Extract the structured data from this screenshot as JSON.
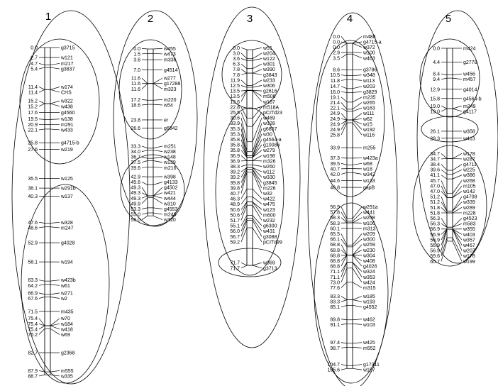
{
  "chromosomes": [
    {
      "id": "1",
      "markers": [
        [
          "0.0",
          "g3715"
        ],
        [
          "2.7",
          "w121"
        ],
        [
          "4.7",
          "m217"
        ],
        [
          "5.4",
          "g3837"
        ],
        [
          "11.4",
          "w174"
        ],
        [
          "11.4",
          "CHS"
        ],
        [
          "15.2",
          "w322"
        ],
        [
          "15.2",
          "w438"
        ],
        [
          "17.6",
          "g4560"
        ],
        [
          "19.5",
          "w138"
        ],
        [
          "20.9",
          "m291"
        ],
        [
          "22.1",
          "w433"
        ],
        [
          "25.8",
          "g4715-b"
        ],
        [
          "27.6",
          "w219"
        ],
        [
          "35.5",
          "w125"
        ],
        [
          "38.1",
          "w291b"
        ],
        [
          "40.3",
          "w137"
        ],
        [
          "47.6",
          "w328"
        ],
        [
          "48.6",
          "m247"
        ],
        [
          "52.9",
          "g4028"
        ],
        [
          "58.1",
          "w194"
        ],
        [
          "63.3",
          "w423b"
        ],
        [
          "64.2",
          "w61"
        ],
        [
          "66.9",
          "w271"
        ],
        [
          "67.6",
          "w2"
        ],
        [
          "71.5",
          "m435"
        ],
        [
          "75.4",
          "w70"
        ],
        [
          "75.4",
          "w184"
        ],
        [
          "75.4",
          "w418"
        ],
        [
          "76.2",
          "w69"
        ],
        [
          "82.7",
          "g2368"
        ],
        [
          "87.9",
          "m555"
        ],
        [
          "88.7",
          "w335"
        ]
      ]
    },
    {
      "id": "2",
      "markers": [
        [
          "0.0",
          "w455"
        ],
        [
          "1.5",
          "w473"
        ],
        [
          "3.6",
          "m336"
        ],
        [
          "7.0",
          "g4514"
        ],
        [
          "11.6",
          "w277"
        ],
        [
          "11.6",
          "g17288"
        ],
        [
          "11.6",
          "m323"
        ],
        [
          "17.2",
          "m220"
        ],
        [
          "18.6",
          "w54"
        ],
        [
          "23.8",
          "er"
        ],
        [
          "26.6",
          "g6842"
        ],
        [
          "33.3",
          "m251"
        ],
        [
          "34.0",
          "w238"
        ],
        [
          "36.7",
          "w148"
        ],
        [
          "37.5",
          "w139"
        ],
        [
          "39.6",
          "m216"
        ],
        [
          "42.9",
          "w398"
        ],
        [
          "45.6",
          "g4133"
        ],
        [
          "49.3",
          "g4502"
        ],
        [
          "49.3",
          "w421"
        ],
        [
          "49.3",
          "w444"
        ],
        [
          "49.9",
          "w310"
        ],
        [
          "53.3",
          "g4553"
        ],
        [
          "55.0",
          "m246"
        ],
        [
          "56.0",
          "w320"
        ]
      ]
    },
    {
      "id": "3",
      "markers": [
        [
          "0.0",
          "w51"
        ],
        [
          "3.0",
          "w204"
        ],
        [
          "3.6",
          "w122"
        ],
        [
          "6.3",
          "w301"
        ],
        [
          "7.8",
          "w390"
        ],
        [
          "7.8",
          "g3843"
        ],
        [
          "11.9",
          "w233"
        ],
        [
          "12.5",
          "w306"
        ],
        [
          "13.5",
          "g2616"
        ],
        [
          "13.5",
          "m506"
        ],
        [
          "13.6",
          "w167"
        ],
        [
          "22.8",
          "m518A"
        ],
        [
          "25.5",
          "pCITd23"
        ],
        [
          "30.6",
          "w469"
        ],
        [
          "33.9",
          "w128"
        ],
        [
          "35.3",
          "g6857"
        ],
        [
          "35.3",
          "w30"
        ],
        [
          "35.8",
          "g4564-a"
        ],
        [
          "35.8",
          "g10086"
        ],
        [
          "35.8",
          "w279"
        ],
        [
          "36.9",
          "w198"
        ],
        [
          "36.9",
          "m326"
        ],
        [
          "38.3",
          "w260"
        ],
        [
          "39.2",
          "w112"
        ],
        [
          "39.2",
          "w330"
        ],
        [
          "39.8",
          "g3845"
        ],
        [
          "39.8",
          "m226"
        ],
        [
          "40.7",
          "w32"
        ],
        [
          "46.3",
          "w422"
        ],
        [
          "48.9",
          "w475"
        ],
        [
          "50.6",
          "w123"
        ],
        [
          "50.6",
          "m600"
        ],
        [
          "51.7",
          "w232"
        ],
        [
          "55.1",
          "g6300"
        ],
        [
          "56.0",
          "w431"
        ],
        [
          "56.7",
          "g3088"
        ],
        [
          "59.2",
          "pCITd99"
        ],
        [
          "71.7",
          "w369"
        ],
        [
          "71.7",
          "g3713"
        ]
      ]
    },
    {
      "id": "4",
      "markers": [
        [
          "0.0",
          "m488"
        ],
        [
          "0.0",
          "g4715-a"
        ],
        [
          "0.0",
          "w372"
        ],
        [
          "2.9",
          "w100"
        ],
        [
          "3.5",
          "w463"
        ],
        [
          "8.6",
          "g3786"
        ],
        [
          "10.5",
          "w348"
        ],
        [
          "11.8",
          "w113"
        ],
        [
          "14.7",
          "w203"
        ],
        [
          "16.0",
          "g3829"
        ],
        [
          "19.1",
          "m235"
        ],
        [
          "21.4",
          "w265"
        ],
        [
          "22.1",
          "w163"
        ],
        [
          "24.9",
          "w111"
        ],
        [
          "24.9",
          "w62"
        ],
        [
          "24.9",
          "w15"
        ],
        [
          "24.9",
          "w192"
        ],
        [
          "25.8",
          "w116"
        ],
        [
          "33.9",
          "m255"
        ],
        [
          "37.3",
          "w423a"
        ],
        [
          "39.5",
          "w68"
        ],
        [
          "40.7",
          "w18"
        ],
        [
          "42.0",
          "w342"
        ],
        [
          "44.6",
          "w133"
        ],
        [
          "46.8",
          "gapB"
        ],
        [
          "56.9",
          "w291a"
        ],
        [
          "57.8",
          "w441"
        ],
        [
          "58.3",
          "w208"
        ],
        [
          "58.3",
          "w106"
        ],
        [
          "60.1",
          "m313"
        ],
        [
          "65.5",
          "w209"
        ],
        [
          "66.1",
          "w300"
        ],
        [
          "68.8",
          "w259"
        ],
        [
          "68.8",
          "w230"
        ],
        [
          "68.8",
          "w304"
        ],
        [
          "68.8",
          "w408"
        ],
        [
          "68.8",
          "g4026"
        ],
        [
          "71.1",
          "w324"
        ],
        [
          "71.1",
          "w353"
        ],
        [
          "73.0",
          "w424"
        ],
        [
          "77.6",
          "m315"
        ],
        [
          "83.3",
          "w185"
        ],
        [
          "83.3",
          "w193"
        ],
        [
          "85.1",
          "g4552"
        ],
        [
          "89.8",
          "w462"
        ],
        [
          "91.1",
          "w103"
        ],
        [
          "97.4",
          "w425"
        ],
        [
          "98.7",
          "m552"
        ],
        [
          "104.7",
          "g17311"
        ],
        [
          "105.6",
          "w157"
        ]
      ]
    },
    {
      "id": "5",
      "markers": [
        [
          "0.0",
          "m424"
        ],
        [
          "4.4",
          "g2778"
        ],
        [
          "8.4",
          "w456"
        ],
        [
          "9.4",
          "m457"
        ],
        [
          "12.9",
          "g4014"
        ],
        [
          "15.8",
          "g4564-b"
        ],
        [
          "19.0",
          "m249"
        ],
        [
          "19.0",
          "g4117"
        ],
        [
          "26.1",
          "w358"
        ],
        [
          "28.3",
          "w413"
        ],
        [
          "34.7",
          "w178"
        ],
        [
          "34.7",
          "w287"
        ],
        [
          "38.4",
          "g4711"
        ],
        [
          "39.6",
          "w225"
        ],
        [
          "41.1",
          "w386"
        ],
        [
          "45.7",
          "w268"
        ],
        [
          "47.0",
          "m105"
        ],
        [
          "47.0",
          "w142"
        ],
        [
          "51.2",
          "g4708"
        ],
        [
          "51.2",
          "w339"
        ],
        [
          "51.8",
          "w289"
        ],
        [
          "51.8",
          "m228"
        ],
        [
          "56.3",
          "g4523"
        ],
        [
          "56.3",
          "m583"
        ],
        [
          "56.9",
          "w355"
        ],
        [
          "56.9",
          "w403"
        ],
        [
          "56.9",
          "w357"
        ],
        [
          "56.9",
          "w467"
        ],
        [
          "56.9",
          "w207"
        ],
        [
          "59.6",
          "w178"
        ],
        [
          "60.7",
          "w199"
        ]
      ]
    }
  ]
}
